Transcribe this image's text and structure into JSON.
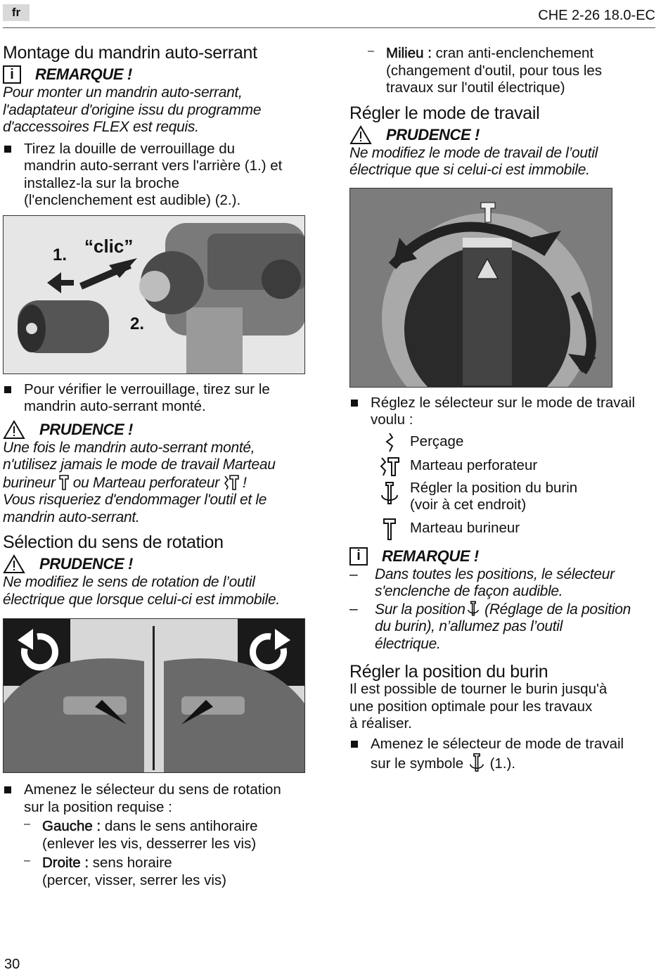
{
  "header": {
    "lang": "fr",
    "model": "CHE 2-26 18.0-EC"
  },
  "left": {
    "title1": "Montage du mandrin auto-serrant",
    "notice1_label": "REMARQUE !",
    "notice1_lines": [
      "Pour monter un mandrin auto-serrant,",
      "l'adaptateur d'origine issu du programme",
      "d'accessoires FLEX est requis."
    ],
    "bullet1_lines": [
      "Tirez la douille de verrouillage du",
      "mandrin auto-serrant vers l'arrière (1.) et",
      "installez-la sur la broche",
      "(l'enclenchement est audible) (2.)."
    ],
    "fig1": {
      "label1": "1.",
      "label2": "2.",
      "clic": "“clic”"
    },
    "bullet2_lines": [
      "Pour vérifier le verrouillage, tirez sur le",
      "mandrin auto-serrant monté."
    ],
    "caution1_label": "PRUDENCE !",
    "caution1_l1": "Une fois le mandrin auto-serrant monté,",
    "caution1_l2": "n'utilisez jamais le mode de travail Marteau",
    "caution1_l3a": "burineur",
    "caution1_l3b": "ou Marteau perforateur",
    "caution1_l3c": "!",
    "caution1_l4": "Vous risqueriez d'endommager l'outil et le",
    "caution1_l5": "mandrin auto-serrant.",
    "title2": "Sélection du sens de rotation",
    "caution2_label": "PRUDENCE !",
    "caution2_lines": [
      "Ne modifiez le sens de rotation de l’outil",
      "électrique que lorsque celui-ci est immobile."
    ],
    "bullet3_lines": [
      "Amenez le sélecteur du sens de rotation",
      "sur la position requise :"
    ],
    "gauche_key": "Gauche :",
    "gauche_text": "dans le sens antihoraire",
    "gauche_text2": "(enlever les vis, desserrer les vis)",
    "droite_key": "Droite :",
    "droite_text": "sens horaire",
    "droite_text2": "(percer, visser, serrer les vis)"
  },
  "right": {
    "milieu_key": "Milieu :",
    "milieu_text": "cran anti-enclenchement",
    "milieu_text2": "(changement d'outil, pour tous les",
    "milieu_text3": "travaux sur l'outil électrique)",
    "title3": "Régler le mode de travail",
    "caution3_label": "PRUDENCE !",
    "caution3_lines": [
      "Ne modifiez le mode de travail de l’outil",
      "électrique que si celui-ci est immobile."
    ],
    "bullet4_lines": [
      "Réglez le sélecteur sur le mode de travail",
      "voulu :"
    ],
    "modes": [
      "Perçage",
      "Marteau perforateur",
      "Régler la position du burin",
      "(voir à cet endroit)",
      "Marteau burineur"
    ],
    "notice2_label": "REMARQUE !",
    "notice2_d1": [
      "Dans toutes les positions, le sélecteur",
      "s'enclenche de façon audible."
    ],
    "notice2_d2a": "Sur la position",
    "notice2_d2b": "(Réglage de la position",
    "notice2_d2c": [
      "du burin), n’allumez pas l’outil",
      "électrique."
    ],
    "title4": "Régler la position du burin",
    "para_lines": [
      "Il est possible de tourner le burin jusqu'à",
      "une position optimale pour les travaux",
      "à réaliser."
    ],
    "bullet5_l1": "Amenez le sélecteur de mode de travail",
    "bullet5_l2a": "sur le symbole",
    "bullet5_l2b": "(1.)."
  },
  "page_number": "30"
}
